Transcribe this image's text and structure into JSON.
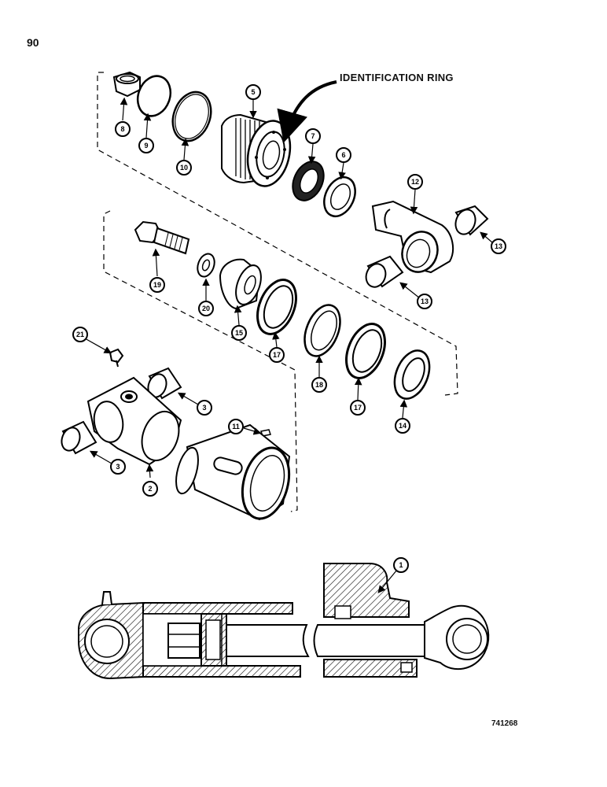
{
  "page": {
    "number": "90",
    "drawing_number": "741268"
  },
  "annotation": {
    "identification_ring": "IDENTIFICATION RING"
  },
  "callouts": [
    {
      "id": "c8",
      "label": "8"
    },
    {
      "id": "c9",
      "label": "9"
    },
    {
      "id": "c10",
      "label": "10"
    },
    {
      "id": "c5",
      "label": "5"
    },
    {
      "id": "c7",
      "label": "7"
    },
    {
      "id": "c6",
      "label": "6"
    },
    {
      "id": "c12",
      "label": "12"
    },
    {
      "id": "c13a",
      "label": "13"
    },
    {
      "id": "c13b",
      "label": "13"
    },
    {
      "id": "c19",
      "label": "19"
    },
    {
      "id": "c20",
      "label": "20"
    },
    {
      "id": "c15",
      "label": "15"
    },
    {
      "id": "c17a",
      "label": "17"
    },
    {
      "id": "c18",
      "label": "18"
    },
    {
      "id": "c17b",
      "label": "17"
    },
    {
      "id": "c14",
      "label": "14"
    },
    {
      "id": "c21",
      "label": "21"
    },
    {
      "id": "c3a",
      "label": "3"
    },
    {
      "id": "c3b",
      "label": "3"
    },
    {
      "id": "c2",
      "label": "2"
    },
    {
      "id": "c11",
      "label": "11"
    },
    {
      "id": "c1",
      "label": "1"
    }
  ]
}
